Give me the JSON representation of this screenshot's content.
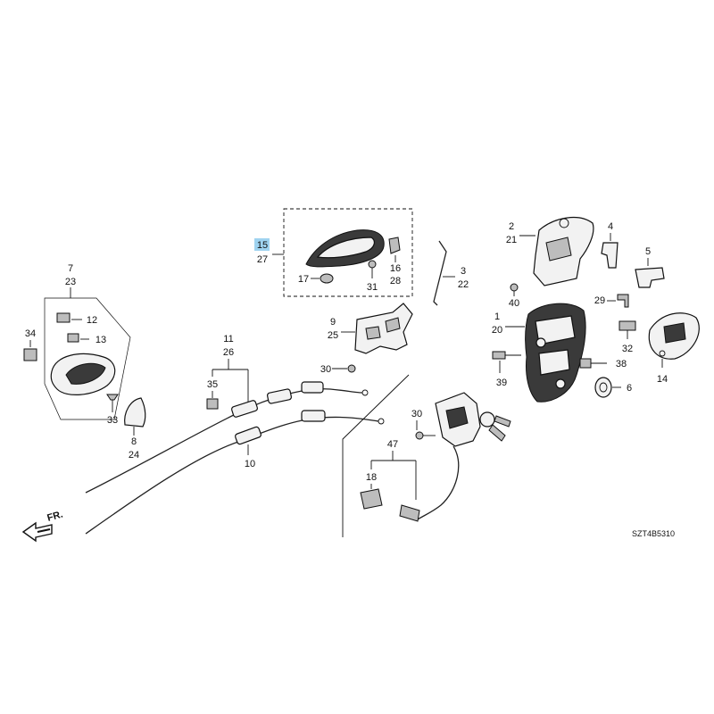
{
  "callouts": {
    "c2": "2",
    "c21": "21",
    "c4": "4",
    "c5": "5",
    "c15": "15",
    "c27": "27",
    "c16": "16",
    "c28": "28",
    "c17": "17",
    "c31": "31",
    "c3": "3",
    "c22": "22",
    "c7": "7",
    "c23": "23",
    "c12": "12",
    "c13": "13",
    "c34": "34",
    "c33": "33",
    "c8": "8",
    "c24": "24",
    "c11": "11",
    "c26": "26",
    "c35": "35",
    "c10": "10",
    "c9": "9",
    "c25": "25",
    "c30a": "30",
    "c1": "1",
    "c20": "20",
    "c40": "40",
    "c29": "29",
    "c32": "32",
    "c14": "14",
    "c39": "39",
    "c38": "38",
    "c6": "6",
    "c30b": "30",
    "c47": "47",
    "c18": "18"
  },
  "front_arrow_label": "FR.",
  "diagram_code": "SZT4B5310",
  "highlight_color": "#9fd3f0"
}
